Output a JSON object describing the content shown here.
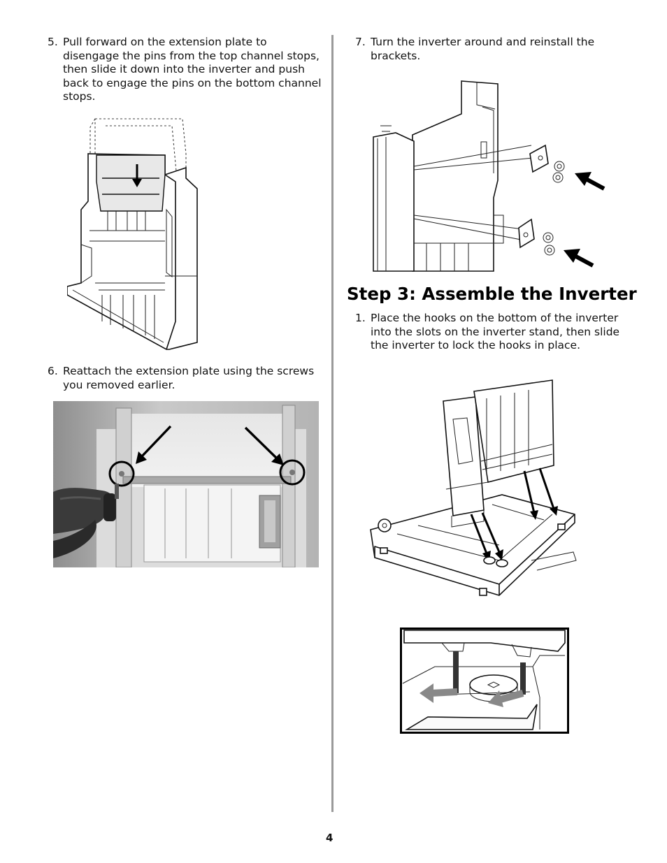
{
  "left_column": {
    "step5": {
      "number": "5.",
      "text": "Pull forward on the extension plate to disengage the pins from the top channel stops, then slide it down into the inverter and push back to engage the pins on the bottom channel stops."
    },
    "step6": {
      "number": "6.",
      "text": "Reattach the extension plate using the screws you removed earlier."
    }
  },
  "right_column": {
    "step7": {
      "number": "7.",
      "text": "Turn the inverter around and reinstall the brackets."
    },
    "section_heading": "Step 3: Assemble the Inverter",
    "step1": {
      "number": "1.",
      "text": "Place the hooks on the bottom of the inverter into the slots on the inverter stand, then slide the inverter to lock the hooks in place."
    }
  },
  "footer": {
    "page_number": "4"
  },
  "figures": {
    "fig1_icon": "extension-plate-line-drawing",
    "fig2_icon": "extension-plate-screws-photo",
    "fig3_icon": "bracket-reinstall-line-drawing",
    "fig4_icon": "inverter-on-stand-line-drawing",
    "fig5_icon": "hooks-slide-detail-drawing"
  }
}
